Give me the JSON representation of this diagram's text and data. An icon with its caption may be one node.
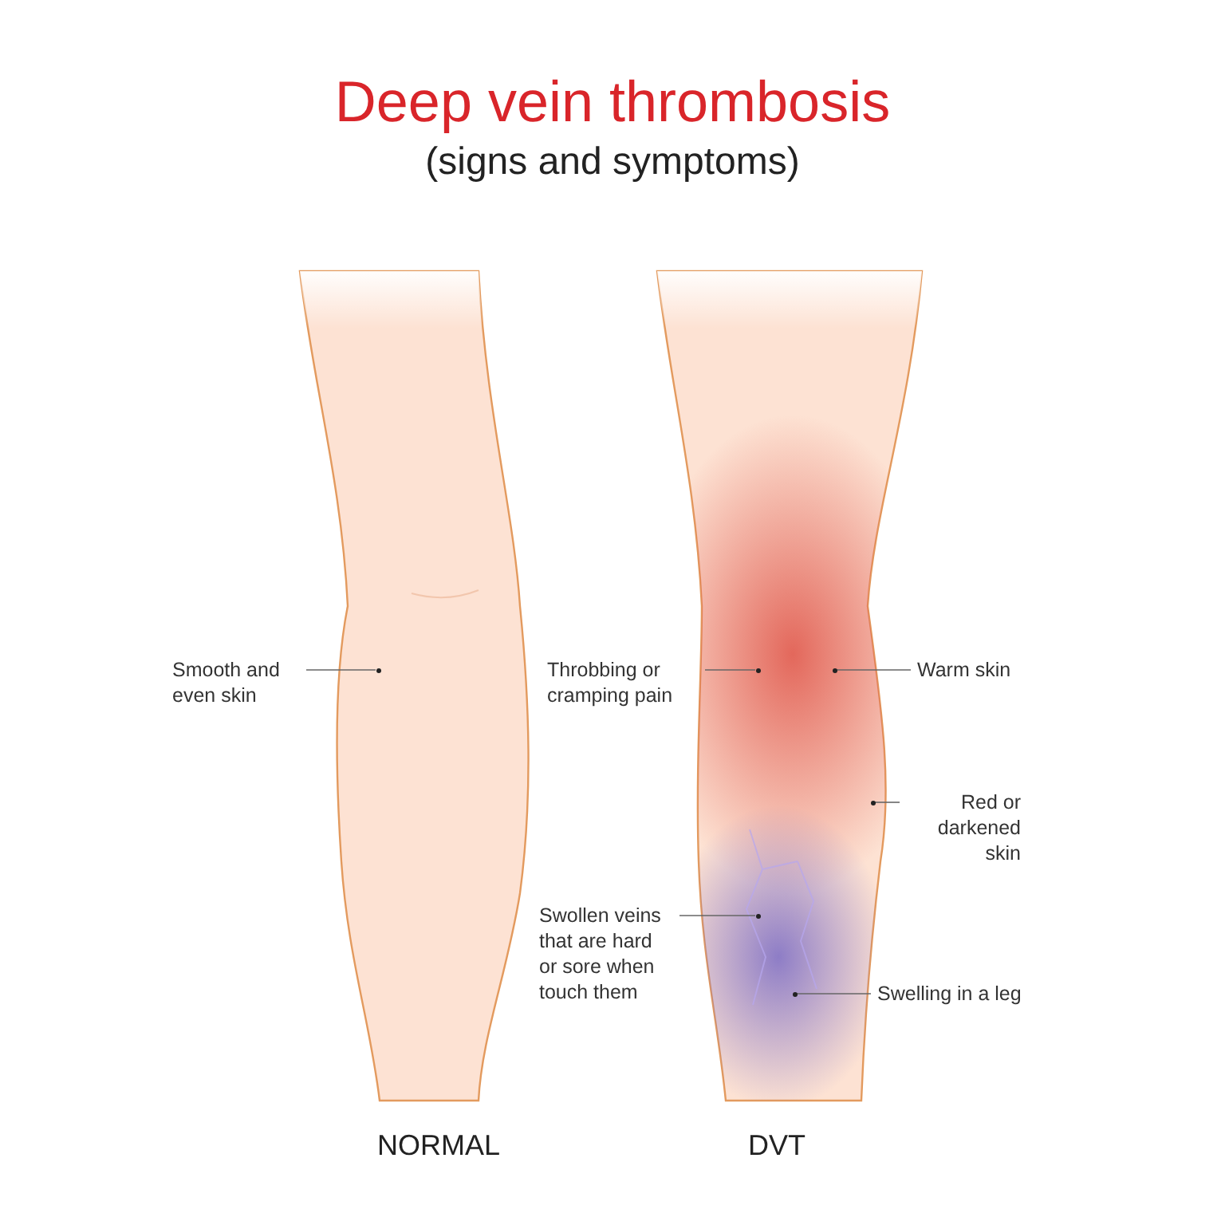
{
  "diagram": {
    "title": "Deep vein thrombosis",
    "caption": "(signs and symptoms)",
    "nodes": [
      {
        "text": [
          "Smooth and even skin"
        ]
      },
      {
        "text": [
          "Throbbing or cramping pain"
        ]
      },
      {
        "text": [
          "Warm skin"
        ]
      },
      {
        "text": [
          "Red or darkened skin"
        ]
      },
      {
        "text": [
          "Swollen veins that are hard or sore when touch them"
        ]
      },
      {
        "text": [
          "Swelling in a leg"
        ]
      },
      {
        "text": [],
        "shape": "circle"
      },
      {
        "text": [],
        "shape": "circle"
      },
      {
        "text": [],
        "shape": "circle"
      },
      {
        "text": [],
        "shape": "circle"
      },
      {
        "text": [],
        "shape": "circle"
      },
      {
        "text": [],
        "shape": "circle"
      }
    ],
    "edges": [
      {
        "from": 0,
        "to": 6,
        "arrow": "none"
      },
      {
        "from": 1,
        "to": 7,
        "arrow": "none"
      },
      {
        "from": 2,
        "to": 8,
        "arrow": "none"
      },
      {
        "from": 3,
        "to": 9,
        "arrow": "none"
      },
      {
        "from": 4,
        "to": 10,
        "arrow": "none"
      },
      {
        "from": 5,
        "to": 11,
        "arrow": "none"
      }
    ],
    "labels": [
      "NORMAL",
      "DVT"
    ]
  }
}
